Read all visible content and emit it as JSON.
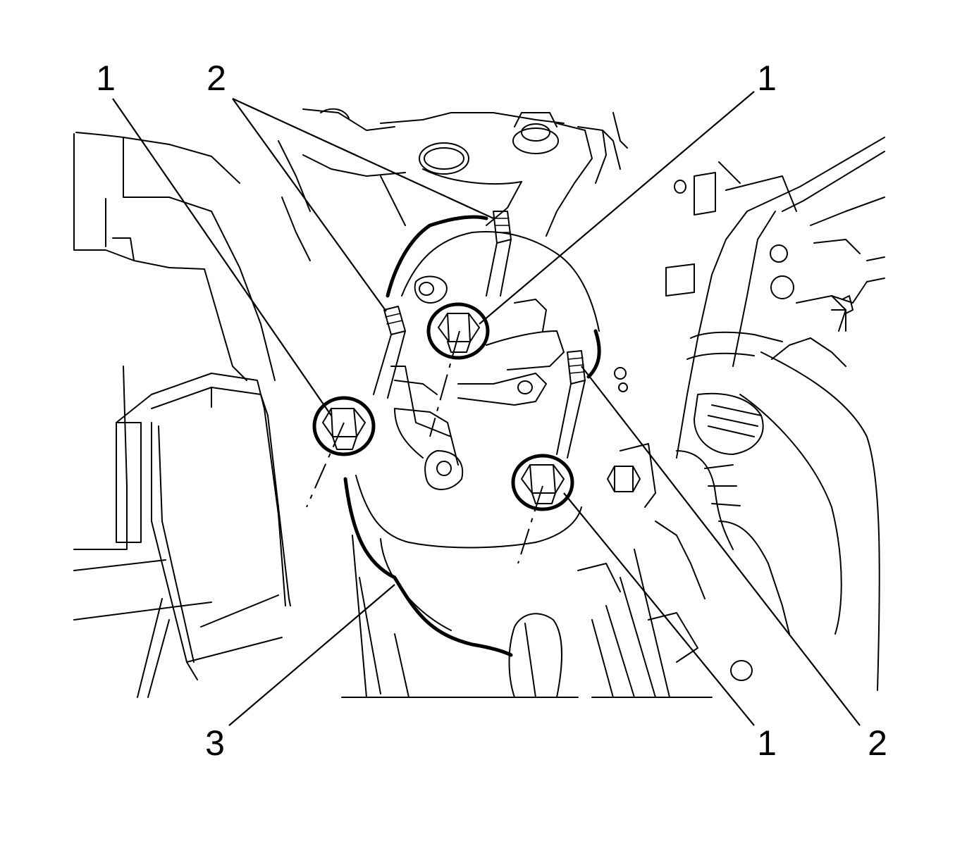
{
  "callouts": [
    {
      "id": "c1",
      "text": "1"
    },
    {
      "id": "c2",
      "text": "2"
    },
    {
      "id": "c3",
      "text": "1"
    },
    {
      "id": "c4",
      "text": "3"
    },
    {
      "id": "c5",
      "text": "1"
    },
    {
      "id": "c6",
      "text": "2"
    }
  ]
}
